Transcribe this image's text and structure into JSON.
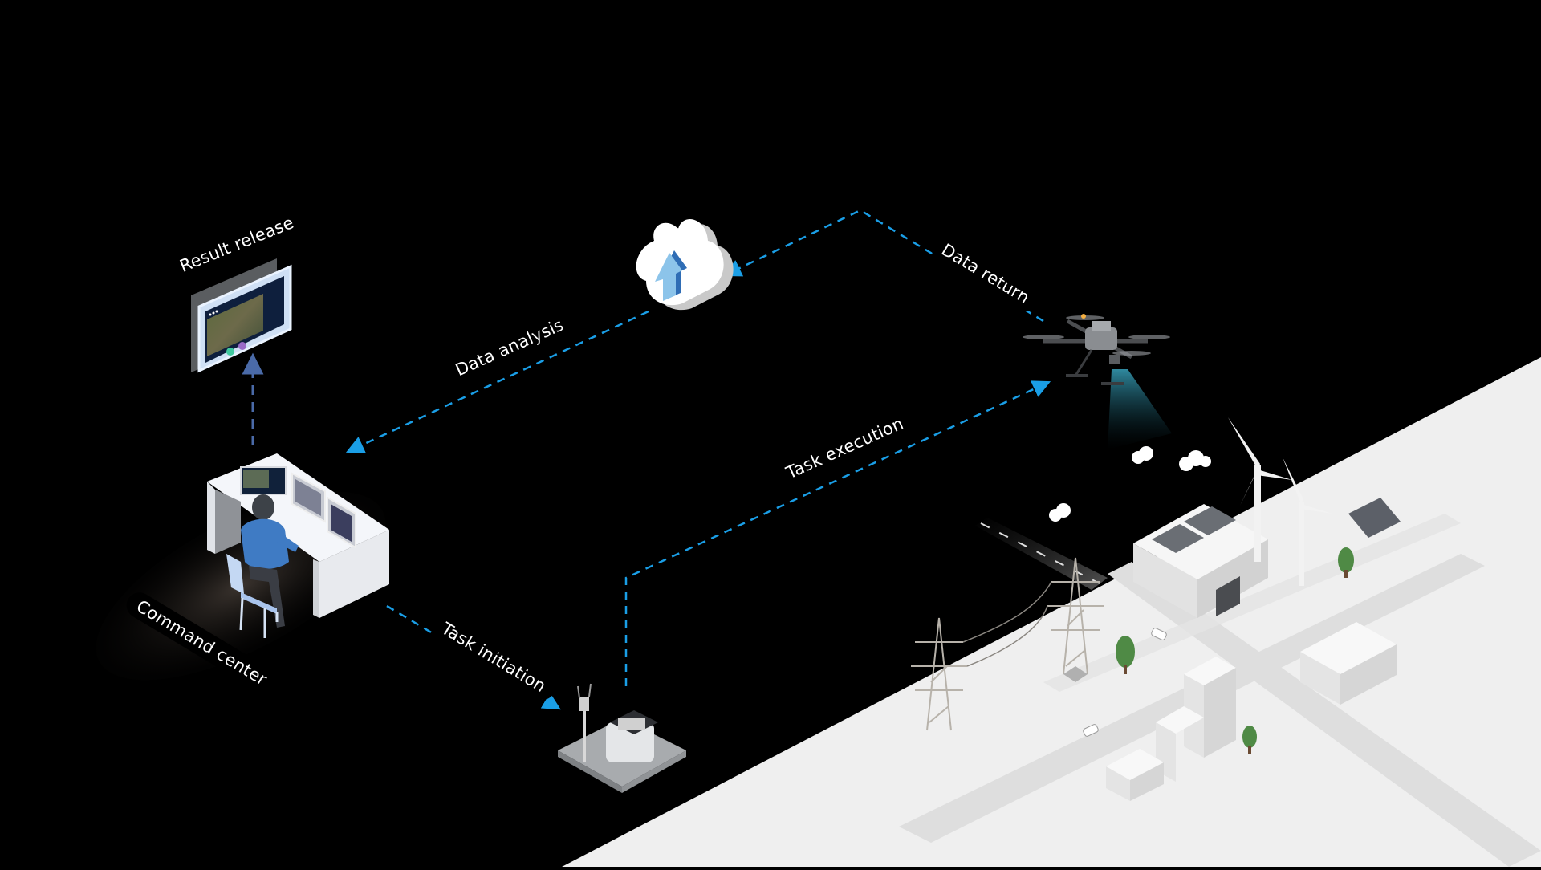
{
  "diagram": {
    "type": "workflow",
    "background_color": "#000000",
    "ground_color": "#efefef",
    "flow_color": "#1a9ee6",
    "release_flow_color": "#4a6aa8",
    "nodes": {
      "result_release": {
        "label": "Result release"
      },
      "command_center": {
        "label": "Command center"
      },
      "cloud": {
        "label": ""
      },
      "dock": {
        "label": ""
      },
      "drone": {
        "label": ""
      },
      "city": {
        "label": ""
      }
    },
    "edges": [
      {
        "id": "task_initiation",
        "label": "Task initiation",
        "from": "command_center",
        "to": "dock"
      },
      {
        "id": "task_execution",
        "label": "Task execution",
        "from": "dock",
        "to": "drone"
      },
      {
        "id": "data_return",
        "label": "Data return",
        "from": "drone",
        "to": "cloud"
      },
      {
        "id": "data_analysis",
        "label": "Data analysis",
        "from": "cloud",
        "to": "command_center"
      },
      {
        "id": "result_release_edge",
        "label": "",
        "from": "command_center",
        "to": "result_release"
      }
    ]
  }
}
